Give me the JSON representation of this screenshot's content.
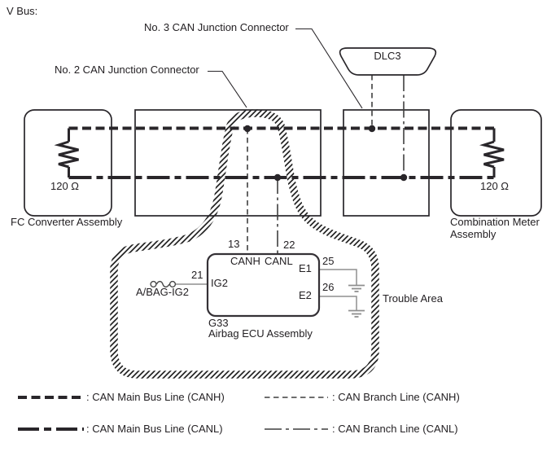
{
  "diagram_title": "V Bus:",
  "connectors": {
    "no3_label": "No. 3 CAN Junction Connector",
    "no2_label": "No. 2 CAN Junction Connector",
    "dlc3_label": "DLC3"
  },
  "modules": {
    "fc_converter": {
      "name": "FC Converter Assembly",
      "resistor": "120 Ω"
    },
    "combination_meter": {
      "name_line1": "Combination Meter",
      "name_line2": "Assembly",
      "resistor": "120 Ω"
    },
    "airbag_ecu": {
      "code": "G33",
      "name": "Airbag ECU Assembly",
      "power_source": "A/BAG-IG2",
      "terminals": {
        "canh": "CANH",
        "canl": "CANL",
        "ig2": "IG2",
        "e1": "E1",
        "e2": "E2"
      },
      "pins": {
        "canh": "13",
        "canl": "22",
        "ig2": "21",
        "e1": "25",
        "e2": "26"
      }
    }
  },
  "trouble_area_label": "Trouble Area",
  "legend": {
    "main_canh": ": CAN Main Bus Line (CANH)",
    "main_canl": ": CAN Main Bus Line (CANL)",
    "branch_canh": ": CAN Branch Line (CANH)",
    "branch_canl": ": CAN Branch Line (CANL)"
  },
  "colors": {
    "line": "#29262a",
    "branch": "#3f3f3f",
    "wire": "#8f8f8f",
    "text": "#242124",
    "background": "#ffffff"
  }
}
